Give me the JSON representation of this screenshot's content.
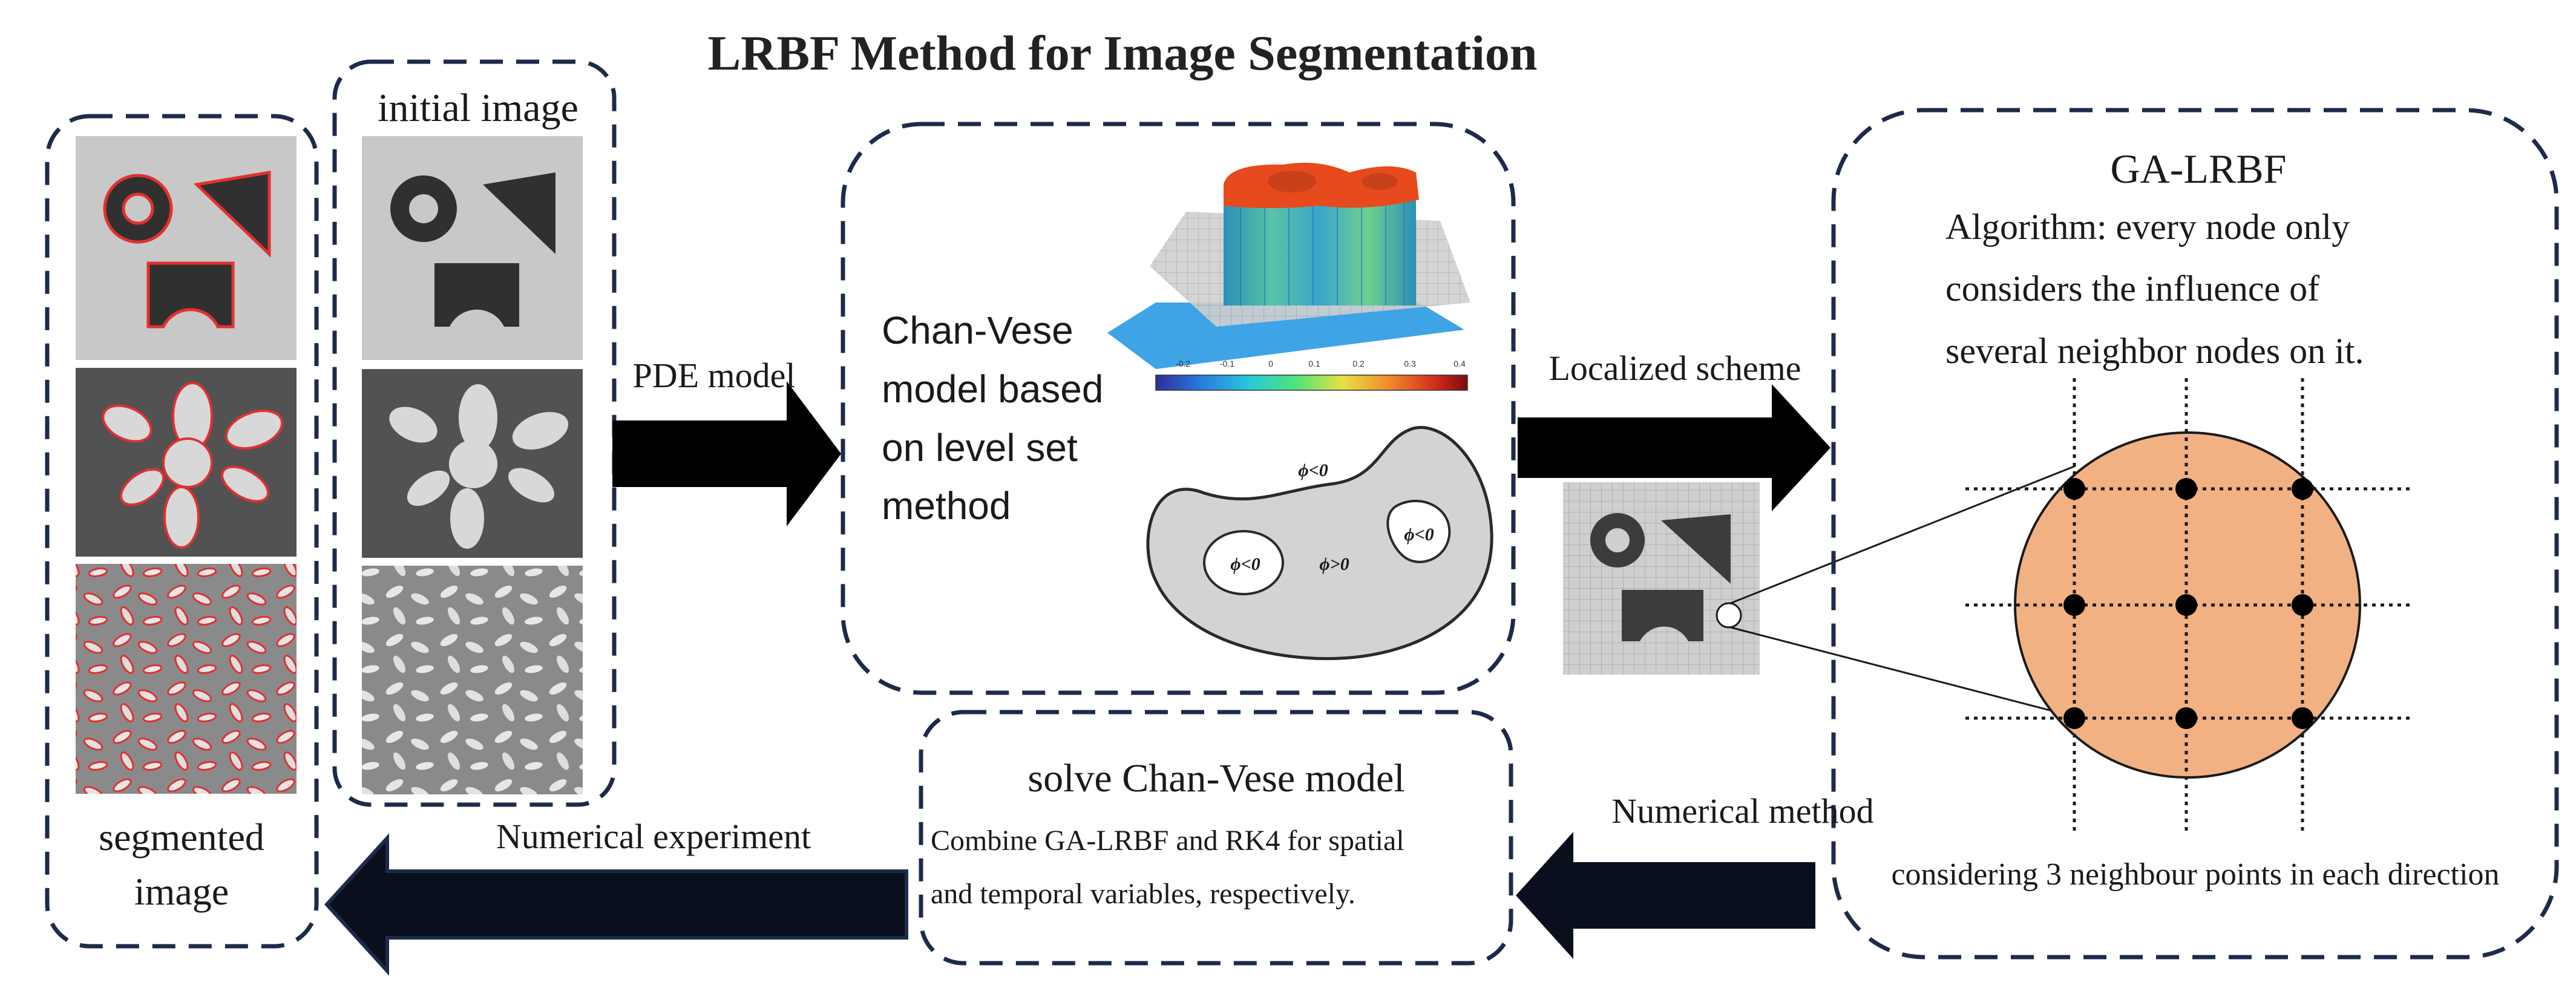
{
  "title": "LRBF Method for Image Segmentation",
  "colors": {
    "frame": "#1c2b4a",
    "arrow_fill": "#000000",
    "arrow_fill_dark": "#0a0f1e",
    "segment_outline": "#e23030",
    "circle_fill": "#f2b183",
    "colorbar": [
      "#2c2e99",
      "#2a7de1",
      "#27c9d8",
      "#4fe37a",
      "#e6e042",
      "#f08a2c",
      "#d12a1c",
      "#7a0c0c"
    ],
    "surface_top": "#e74a1c",
    "surface_side": "#3aa6c9",
    "base_plane": "#3ea4e6"
  },
  "segmented_panel": {
    "label_line1": "segmented",
    "label_line2": "image"
  },
  "initial_panel": {
    "label": "initial image"
  },
  "arrows": {
    "pde_model": "PDE model",
    "localized_scheme": "Localized scheme",
    "numerical_method": "Numerical method",
    "numerical_experiment": "Numerical experiment"
  },
  "chan_vese_panel": {
    "text_line1": "Chan-Vese",
    "text_line2": "model based",
    "text_line3": "on level set",
    "text_line4": "method",
    "colorbar_ticks": [
      "-0.2",
      "-0.1",
      "0",
      "0.1",
      "0.2",
      "0.3",
      "0.4"
    ],
    "phi_outer": "ϕ<0",
    "phi_inner": "ϕ>0",
    "phi_hole_left": "ϕ<0",
    "phi_hole_right": "ϕ<0"
  },
  "solve_panel": {
    "title": "solve Chan-Vese model",
    "line1": "Combine GA-LRBF and RK4 for spatial",
    "line2": "and temporal variables, respectively."
  },
  "ga_lrbf_panel": {
    "title": "GA-LRBF",
    "algo_line1": "Algorithm: every node only",
    "algo_line2": "considers the influence of",
    "algo_line3": "several neighbor nodes on it.",
    "caption": "considering 3 neighbour points in each direction"
  }
}
